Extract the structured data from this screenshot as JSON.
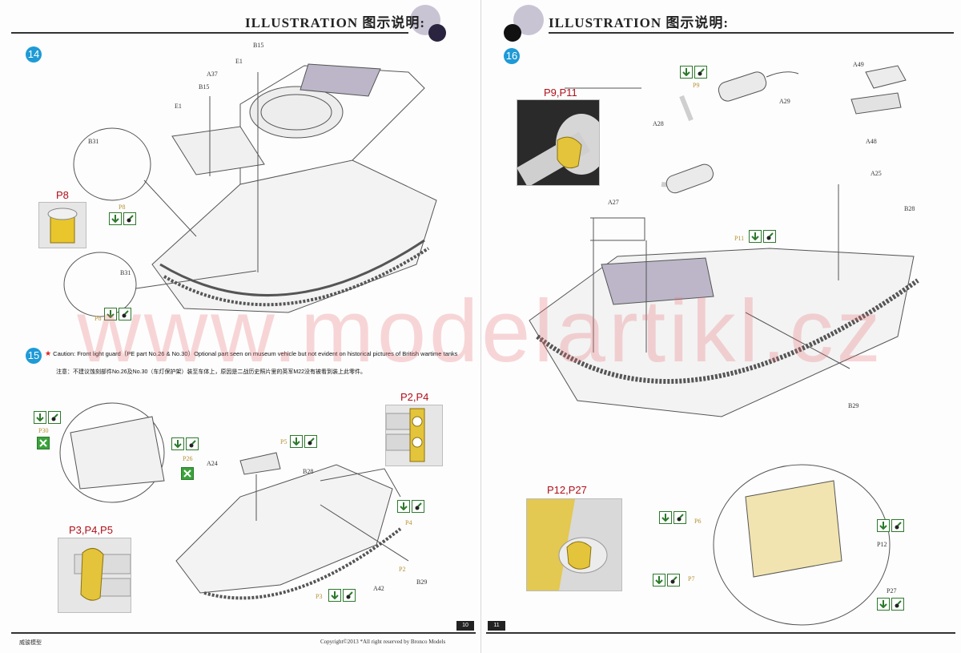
{
  "header": {
    "title": "ILLUSTRATION 图示说明:"
  },
  "colors": {
    "step_badge": "#1e9ad6",
    "pe_title": "#b0101a",
    "pe_label": "#b39030",
    "caution_star": "#e0201c",
    "icon_green": "#2c7a2c"
  },
  "left_page": {
    "steps": [
      "14",
      "15"
    ],
    "step14_parts": [
      "B15",
      "E1",
      "A37",
      "B15",
      "E1",
      "B31",
      "B31"
    ],
    "step14_pe": {
      "p8_callout": "P8",
      "p8_label": "P8",
      "p8_label_b": "P8"
    },
    "caution": {
      "en": "Caution: Front light guard（PE part No.26 & No.30）Optional part seen on museum vehicle but not evident on historical pictures of British wartime tanks",
      "zh": "注意：不建议蚀刻部件No.26及No.30（车灯保护架）装至车体上，原因是二战历史照片里的英军M22没有被看到装上此零件。"
    },
    "step15_parts": [
      "A24",
      "B28",
      "B29",
      "A42"
    ],
    "step15_pe": {
      "p30": "P30",
      "p26": "P26",
      "p5": "P5",
      "p4": "P4",
      "p2": "P2",
      "p3": "P3"
    },
    "callouts": {
      "p2p4": "P2,P4",
      "p3p4p5": "P3,P4,P5"
    },
    "page_number": "10",
    "footer_left": "威骏模型",
    "footer_right": "Copyright©2013  *All right reserved by Bronco Models"
  },
  "right_page": {
    "steps": [
      "16"
    ],
    "step16_parts": [
      "A49",
      "A28",
      "A29",
      "A48",
      "A27",
      "A25",
      "B28",
      "B29",
      "P12",
      "P27"
    ],
    "step16_pe": {
      "p9": "P9",
      "p11": "P11",
      "p6": "P6",
      "p7": "P7"
    },
    "callouts": {
      "p9p11": "P9,P11",
      "p12p27": "P12,P27"
    },
    "page_number": "11"
  },
  "watermark": "www.modelartikl.cz"
}
